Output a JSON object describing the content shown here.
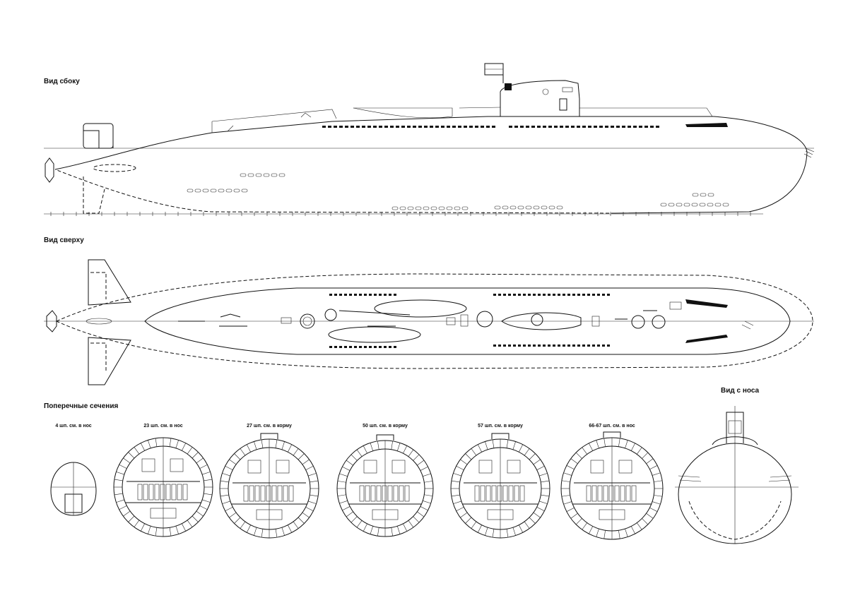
{
  "views": {
    "side_label": "Вид сбоку",
    "top_label": "Вид сверху",
    "sections_label": "Поперечные сечения",
    "bow_label": "Вид с носа"
  },
  "sections": [
    {
      "caption": "4 шп. см. в нос"
    },
    {
      "caption": "23 шп. см. в нос"
    },
    {
      "caption": "27 шп. см. в корму"
    },
    {
      "caption": "50 шп. см. в корму"
    },
    {
      "caption": "57 шп. см. в корму"
    },
    {
      "caption": "66-67 шп. см. в нос"
    }
  ],
  "colors": {
    "ink": "#111111",
    "paper": "#ffffff"
  }
}
